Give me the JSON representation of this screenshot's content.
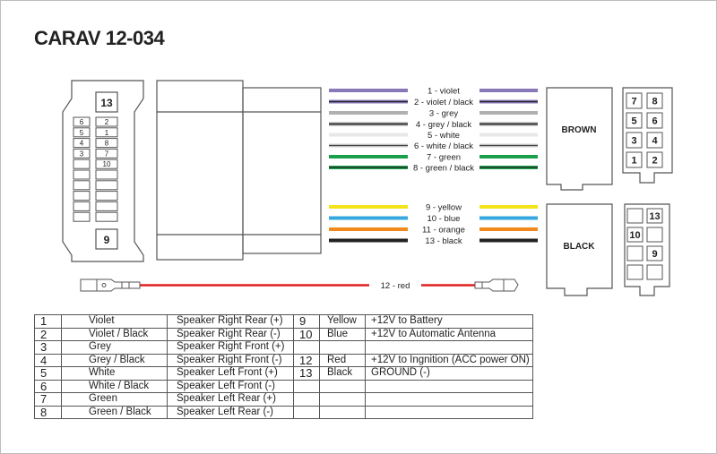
{
  "title": "CARAV 12-034",
  "left_connector": {
    "top_pin": "13",
    "bottom_pin": "9",
    "left_pins": [
      "6",
      "5",
      "4",
      "3"
    ],
    "right_pins": [
      "2",
      "1",
      "8",
      "7",
      "10"
    ]
  },
  "wires": [
    {
      "label": "1 - violet",
      "color": "#8878b8"
    },
    {
      "label": "2 - violet / black",
      "color": "#8878b8",
      "stripe": "#222222"
    },
    {
      "label": "3 - grey",
      "color": "#b0b0b0"
    },
    {
      "label": "4 - grey / black",
      "color": "#9a9a9a",
      "stripe": "#222222"
    },
    {
      "label": "5 - white",
      "color": "#e8e8e8"
    },
    {
      "label": "6 - white / black",
      "color": "#d0d0d0",
      "stripe": "#444444"
    },
    {
      "label": "7 - green",
      "color": "#1aa04a"
    },
    {
      "label": "8 - green / black",
      "color": "#1aa04a",
      "stripe": "#222222"
    },
    {
      "label": "9 - yellow",
      "color": "#f5e31a"
    },
    {
      "label": "10 - blue",
      "color": "#35a8e0"
    },
    {
      "label": "11 - orange",
      "color": "#f08a1c"
    },
    {
      "label": "13 - black",
      "color": "#222222"
    },
    {
      "label": "12 - red",
      "color": "#e02020"
    }
  ],
  "brown_block": {
    "label": "BROWN",
    "pins": [
      "7",
      "8",
      "5",
      "6",
      "3",
      "4",
      "1",
      "2"
    ]
  },
  "black_block": {
    "label": "BLACK",
    "pins": [
      "13",
      "10",
      "9"
    ]
  },
  "table": {
    "rows": [
      [
        "1",
        "Violet",
        "Speaker Right Rear (+)",
        "9",
        "Yellow",
        "+12V to Battery"
      ],
      [
        "2",
        "Violet / Black",
        "Speaker Right Rear (-)",
        "10",
        "Blue",
        "+12V to Automatic Antenna"
      ],
      [
        "3",
        "Grey",
        "Speaker Right Front (+)",
        "",
        "",
        ""
      ],
      [
        "4",
        "Grey / Black",
        "Speaker Right Front (-)",
        "12",
        "Red",
        "+12V to Ingnition (ACC power ON)"
      ],
      [
        "5",
        "White",
        "Speaker Left Front (+)",
        "13",
        "Black",
        "GROUND (-)"
      ],
      [
        "6",
        "White / Black",
        "Speaker Left Front (-)",
        "",
        "",
        ""
      ],
      [
        "7",
        "Green",
        "Speaker Left Rear (+)",
        "",
        "",
        ""
      ],
      [
        "8",
        "Green / Black",
        "Speaker Left Rear (-)",
        "",
        "",
        ""
      ]
    ]
  }
}
